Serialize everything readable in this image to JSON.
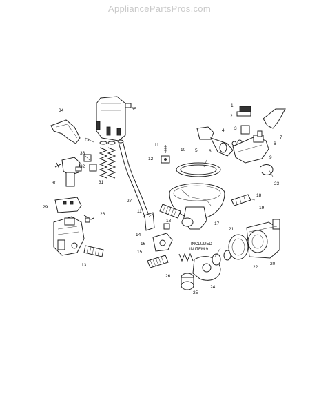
{
  "watermark": "AppliancePartsPros.com",
  "included_note": [
    "INCLUDED",
    "IN ITEM 9"
  ],
  "callouts": [
    {
      "id": "1",
      "text": "1"
    },
    {
      "id": "2",
      "text": "2"
    },
    {
      "id": "3",
      "text": "3"
    },
    {
      "id": "4",
      "text": "4"
    },
    {
      "id": "5",
      "text": "5"
    },
    {
      "id": "6",
      "text": "6"
    },
    {
      "id": "7",
      "text": "7"
    },
    {
      "id": "8",
      "text": "8"
    },
    {
      "id": "9",
      "text": "9"
    },
    {
      "id": "10",
      "text": "10"
    },
    {
      "id": "11a",
      "text": "11"
    },
    {
      "id": "11b",
      "text": "11"
    },
    {
      "id": "12",
      "text": "12"
    },
    {
      "id": "13a",
      "text": "13"
    },
    {
      "id": "13b",
      "text": "13"
    },
    {
      "id": "13c",
      "text": "13"
    },
    {
      "id": "14",
      "text": "14"
    },
    {
      "id": "15",
      "text": "15"
    },
    {
      "id": "16",
      "text": "16"
    },
    {
      "id": "17",
      "text": "17"
    },
    {
      "id": "18",
      "text": "18"
    },
    {
      "id": "19",
      "text": "19"
    },
    {
      "id": "20",
      "text": "20"
    },
    {
      "id": "21",
      "text": "21"
    },
    {
      "id": "22",
      "text": "22"
    },
    {
      "id": "23",
      "text": "23"
    },
    {
      "id": "24",
      "text": "24"
    },
    {
      "id": "25",
      "text": "25"
    },
    {
      "id": "26a",
      "text": "26"
    },
    {
      "id": "26b",
      "text": "26"
    },
    {
      "id": "27",
      "text": "27"
    },
    {
      "id": "29",
      "text": "29"
    },
    {
      "id": "30",
      "text": "30"
    },
    {
      "id": "31",
      "text": "31"
    },
    {
      "id": "32",
      "text": "32"
    },
    {
      "id": "33",
      "text": "33"
    },
    {
      "id": "34",
      "text": "34"
    },
    {
      "id": "35",
      "text": "35"
    }
  ]
}
